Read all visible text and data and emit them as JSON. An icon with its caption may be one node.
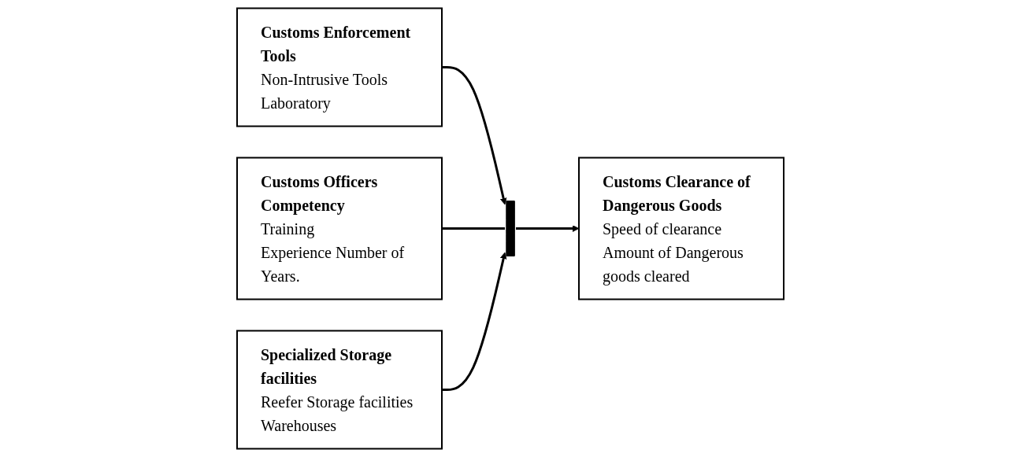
{
  "diagram": {
    "nodes": [
      {
        "text": [
          "Customs Enforcement Tools",
          "Non-Intrusive Tools",
          "Laboratory"
        ]
      },
      {
        "text": [
          "Customs Officers Competency",
          "Training",
          "Experience Number of Years."
        ]
      },
      {
        "text": [
          "Specialized Storage facilities",
          "Reefer Storage facilities",
          "Warehouses"
        ]
      },
      {
        "text": [
          "Customs Clearance of Dangerous Goods",
          "Speed of clearance",
          "Amount of Dangerous goods cleared"
        ]
      },
      {
        "text": [],
        "shape": "bar"
      }
    ],
    "edges": [
      {
        "from": 0,
        "to": 4,
        "arrow": "to"
      },
      {
        "from": 1,
        "to": 4,
        "arrow": "none"
      },
      {
        "from": 2,
        "to": 4,
        "arrow": "to"
      },
      {
        "from": 4,
        "to": 3,
        "arrow": "to"
      }
    ]
  }
}
